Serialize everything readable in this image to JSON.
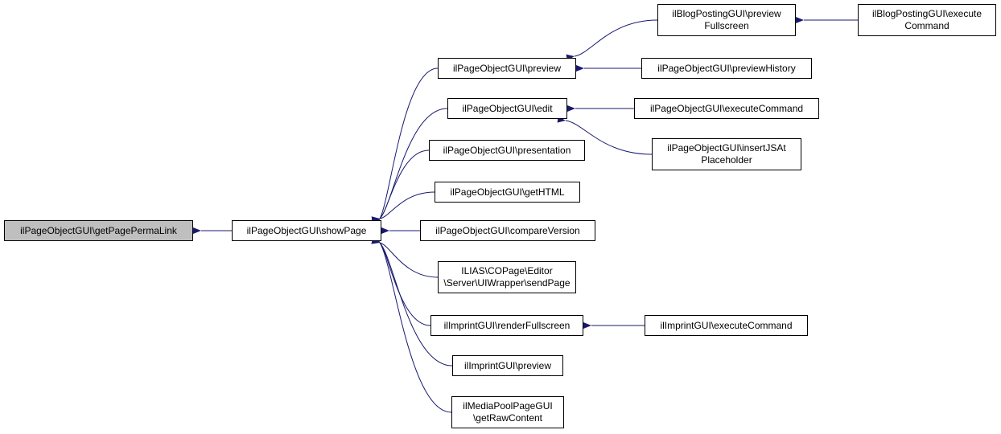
{
  "colors": {
    "edge": "#191970",
    "focus_fill": "#bfbfbf",
    "node_fill": "#ffffff",
    "border": "#000000"
  },
  "nodes": {
    "getPagePermaLink": {
      "lines": [
        "ilPageObjectGUI\\getPagePermaLink"
      ]
    },
    "showPage": {
      "lines": [
        "ilPageObjectGUI\\showPage"
      ]
    },
    "preview": {
      "lines": [
        "ilPageObjectGUI\\preview"
      ]
    },
    "edit": {
      "lines": [
        "ilPageObjectGUI\\edit"
      ]
    },
    "presentation": {
      "lines": [
        "ilPageObjectGUI\\presentation"
      ]
    },
    "getHTML": {
      "lines": [
        "ilPageObjectGUI\\getHTML"
      ]
    },
    "compareVersion": {
      "lines": [
        "ilPageObjectGUI\\compareVersion"
      ]
    },
    "sendPage": {
      "lines": [
        "ILIAS\\COPage\\Editor",
        "\\Server\\UIWrapper\\sendPage"
      ]
    },
    "renderFullscreen": {
      "lines": [
        "ilImprintGUI\\renderFullscreen"
      ]
    },
    "imprintPreview": {
      "lines": [
        "ilImprintGUI\\preview"
      ]
    },
    "getRawContent": {
      "lines": [
        "ilMediaPoolPageGUI",
        "\\getRawContent"
      ]
    },
    "blogPreviewFullscreen": {
      "lines": [
        "ilBlogPostingGUI\\preview",
        "Fullscreen"
      ]
    },
    "blogExecuteCommand": {
      "lines": [
        "ilBlogPostingGUI\\execute",
        "Command"
      ]
    },
    "previewHistory": {
      "lines": [
        "ilPageObjectGUI\\previewHistory"
      ]
    },
    "pageExecuteCommand": {
      "lines": [
        "ilPageObjectGUI\\executeCommand"
      ]
    },
    "insertJSAtPlaceholder": {
      "lines": [
        "ilPageObjectGUI\\insertJSAt",
        "Placeholder"
      ]
    },
    "imprintExecuteCommand": {
      "lines": [
        "ilImprintGUI\\executeCommand"
      ]
    }
  },
  "edges": [
    {
      "from": "showPage",
      "to": "getPagePermaLink"
    },
    {
      "from": "preview",
      "to": "showPage"
    },
    {
      "from": "edit",
      "to": "showPage"
    },
    {
      "from": "presentation",
      "to": "showPage"
    },
    {
      "from": "getHTML",
      "to": "showPage"
    },
    {
      "from": "compareVersion",
      "to": "showPage"
    },
    {
      "from": "sendPage",
      "to": "showPage"
    },
    {
      "from": "renderFullscreen",
      "to": "showPage"
    },
    {
      "from": "imprintPreview",
      "to": "showPage"
    },
    {
      "from": "getRawContent",
      "to": "showPage"
    },
    {
      "from": "blogPreviewFullscreen",
      "to": "preview"
    },
    {
      "from": "previewHistory",
      "to": "preview"
    },
    {
      "from": "blogExecuteCommand",
      "to": "blogPreviewFullscreen"
    },
    {
      "from": "pageExecuteCommand",
      "to": "edit"
    },
    {
      "from": "insertJSAtPlaceholder",
      "to": "edit"
    },
    {
      "from": "imprintExecuteCommand",
      "to": "renderFullscreen"
    }
  ]
}
